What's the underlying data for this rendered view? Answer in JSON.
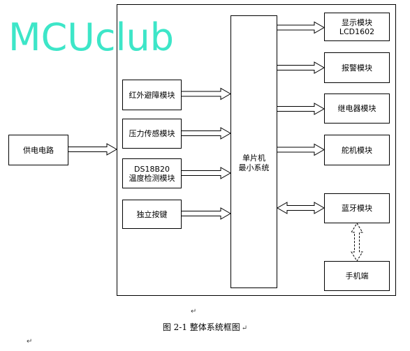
{
  "watermark": {
    "text": "MCUclub",
    "color": "#3de6c8"
  },
  "power": {
    "label": "供电电路"
  },
  "inputs": [
    {
      "label": "红外避障模块"
    },
    {
      "label": "压力传感模块"
    },
    {
      "label_line1": "DS18B20",
      "label_line2": "温度检测模块"
    },
    {
      "label": "独立按键"
    }
  ],
  "mcu": {
    "line1": "单片机",
    "line2": "最小系统"
  },
  "outputs": [
    {
      "label": "显示模块LCD1602"
    },
    {
      "label": "报警模块"
    },
    {
      "label": "继电器模块"
    },
    {
      "label": "舵机模块"
    },
    {
      "label": "蓝牙模块"
    }
  ],
  "phone": {
    "label": "手机端"
  },
  "caption": {
    "text": "图 2-1 整体系统框图"
  },
  "marks": {
    "return": "↵"
  }
}
